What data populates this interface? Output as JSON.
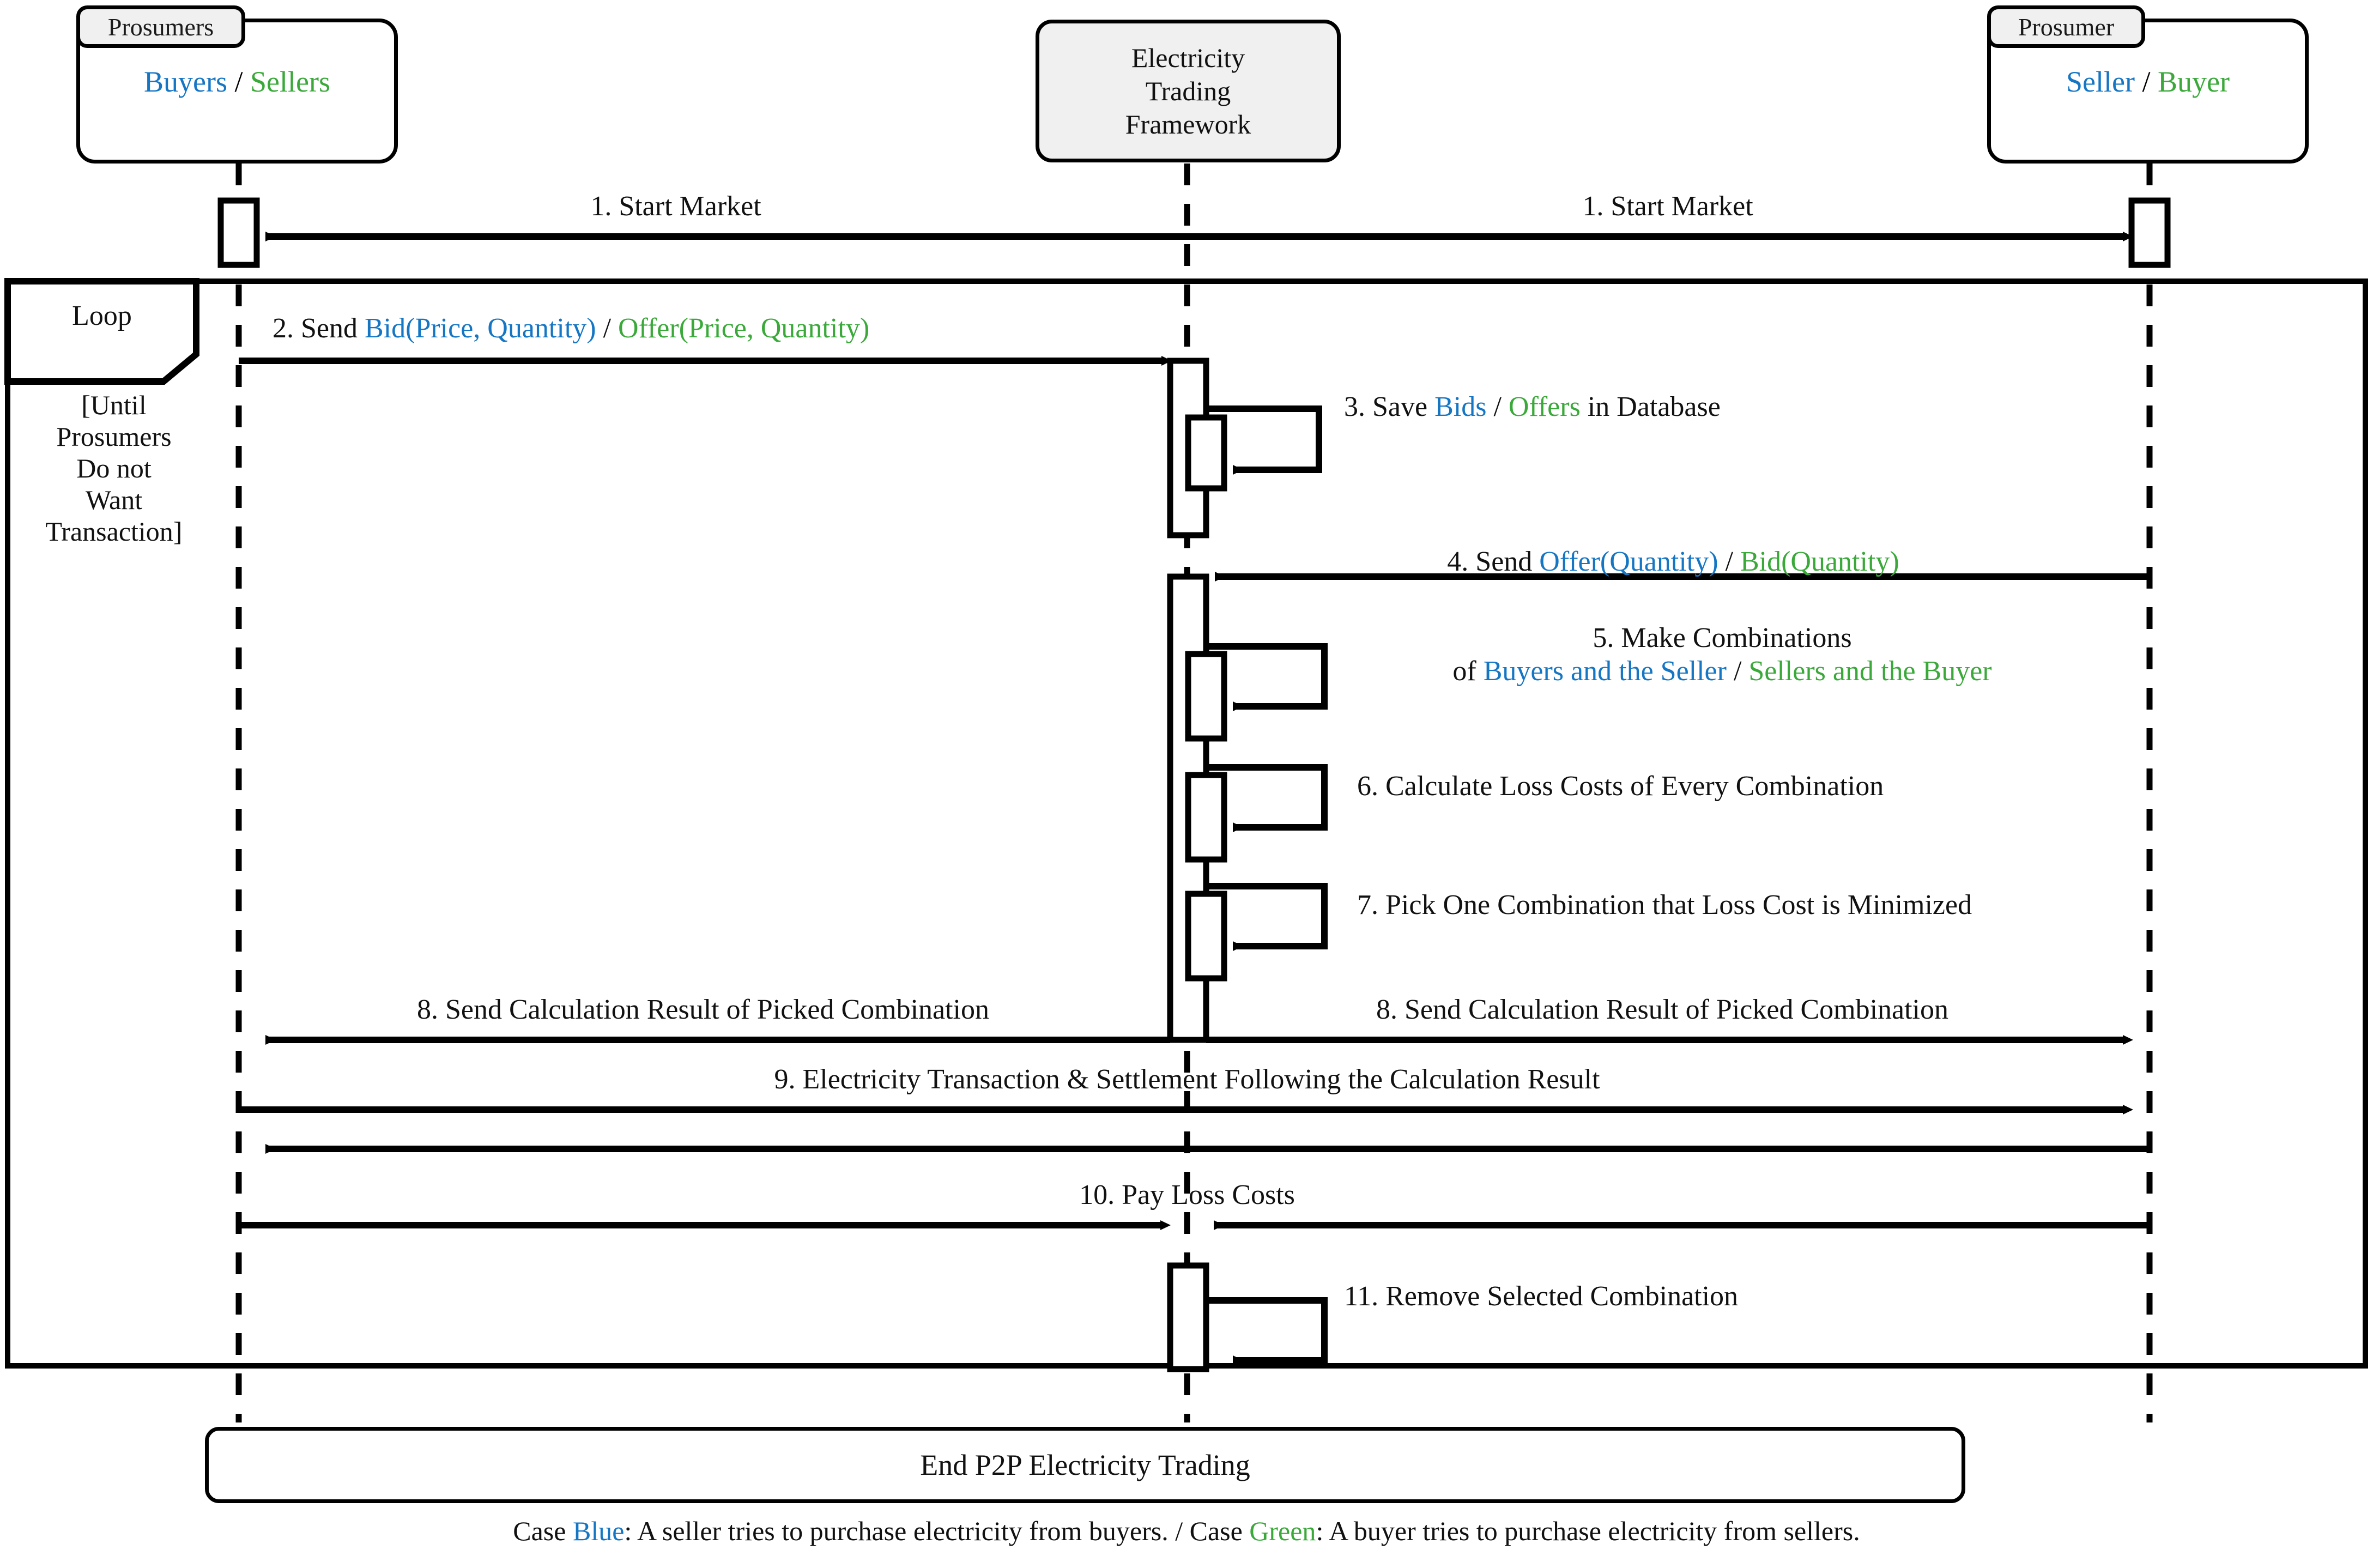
{
  "diagram": {
    "title": "P2P Electricity Trading Sequence Diagram",
    "colors": {
      "blue": "#1576c4",
      "green": "#3aa93a",
      "line": "#000000",
      "header_fill": "#f0f0f0"
    }
  },
  "lifelines": [
    {
      "id": "prosumers-left",
      "tab": "Prosumers",
      "sub_blue": "Buyers",
      "sub_sep": " / ",
      "sub_green": "Sellers"
    },
    {
      "id": "framework",
      "line1": "Electricity",
      "line2": "Trading",
      "line3": "Framework"
    },
    {
      "id": "prosumer-right",
      "tab": "Prosumer",
      "sub_blue": "Seller",
      "sub_sep": " / ",
      "sub_green": "Buyer"
    }
  ],
  "loop": {
    "label": "Loop",
    "condition": "[Until\nProsumers\nDo not\nWant\nTransaction]"
  },
  "messages": [
    {
      "n": "1",
      "left_label": "1. Start Market",
      "right_label": "1. Start Market"
    },
    {
      "n": "2",
      "prefix": "2. Send ",
      "blue": "Bid(Price, Quantity)",
      "sep": " / ",
      "green": "Offer(Price, Quantity)",
      "suffix": ""
    },
    {
      "n": "3",
      "prefix": "3. Save ",
      "blue": "Bids",
      "sep": " / ",
      "green": "Offers",
      "suffix": " in Database"
    },
    {
      "n": "4",
      "prefix": "4. Send ",
      "blue": "Offer(Quantity)",
      "sep": " / ",
      "green": "Bid(Quantity)",
      "suffix": ""
    },
    {
      "n": "5",
      "line1": "5. Make Combinations",
      "prefix": "of ",
      "blue": "Buyers and the Seller",
      "sep": " / ",
      "green": "Sellers and the Buyer",
      "suffix": ""
    },
    {
      "n": "6",
      "text": "6. Calculate Loss Costs of Every Combination"
    },
    {
      "n": "7",
      "text": "7. Pick One Combination that Loss Cost is Minimized"
    },
    {
      "n": "8",
      "left_label": "8. Send Calculation Result of Picked Combination",
      "right_label": "8. Send Calculation Result of Picked Combination"
    },
    {
      "n": "9",
      "text": "9. Electricity Transaction & Settlement Following the Calculation Result"
    },
    {
      "n": "10",
      "text": "10. Pay Loss Costs"
    },
    {
      "n": "11",
      "text": "11. Remove Selected Combination"
    }
  ],
  "footer": {
    "end_bar": "End P2P Electricity Trading",
    "caption_part1": "Case ",
    "caption_blue": "Blue",
    "caption_part2": ": A seller tries to purchase electricity from buyers. / Case ",
    "caption_green": "Green",
    "caption_part3": ": A buyer tries to purchase electricity from sellers."
  }
}
